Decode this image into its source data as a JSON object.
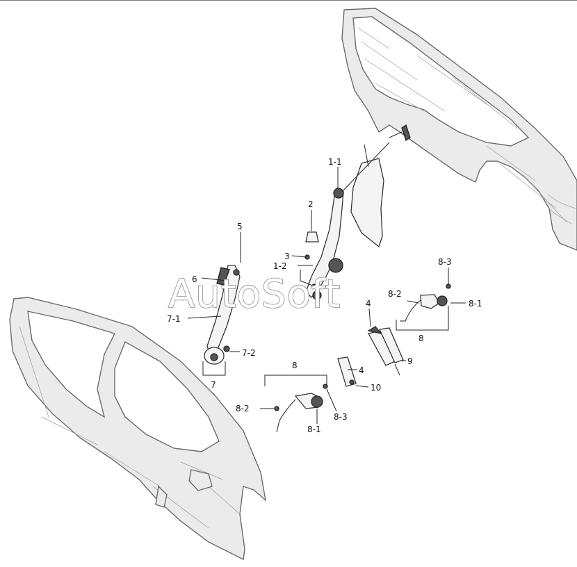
{
  "labels": {
    "l1_1": "1-1",
    "l2": "2",
    "l3": "3",
    "l1_2": "1-2",
    "l5": "5",
    "l6": "6",
    "l7_1": "7-1",
    "l7_2": "7-2",
    "l7": "7",
    "l4": "4",
    "l8_top": "8",
    "l8_3_top": "8-3",
    "l8_2_top": "8-2",
    "l8_1_top": "8-1",
    "l9": "9",
    "l8_bottom": "8",
    "l4_lower": "4",
    "l10": "10",
    "l8_2_bottom": "8-2",
    "l8_1_bottom": "8-1",
    "l8_3_bottom": "8-3"
  },
  "watermark": "AutoSoft"
}
